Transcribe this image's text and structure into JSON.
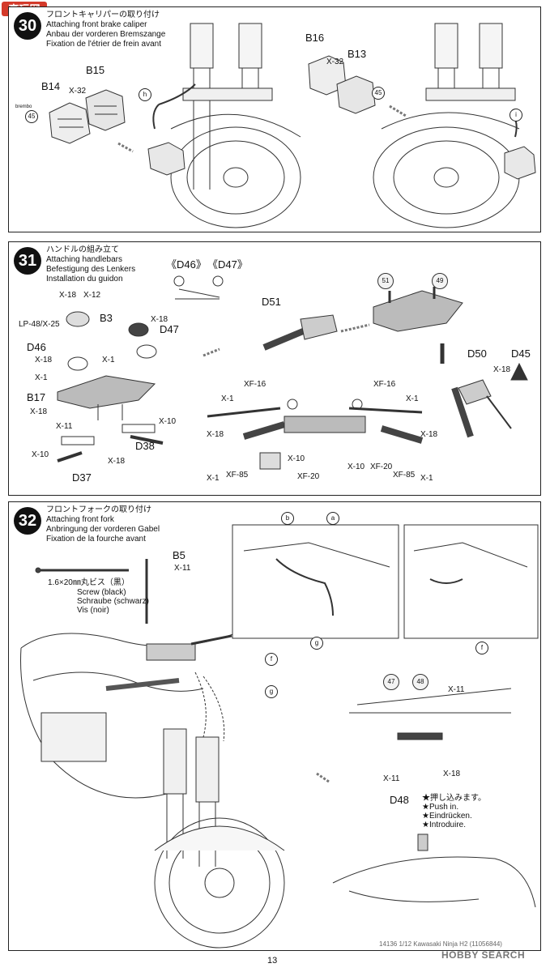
{
  "watermark": "高玩网",
  "step30": {
    "number": "30",
    "title_ja": "フロントキャリパーの取り付け",
    "title_en": "Attaching front brake caliper",
    "title_de": "Anbau der vorderen Bremszange",
    "title_fr": "Fixation de l'étrier de frein avant",
    "parts": {
      "b14": "B14",
      "b15": "B15",
      "x32a": "X-32",
      "b16": "B16",
      "b13": "B13",
      "x32b": "X-32"
    },
    "paint_a": "45",
    "paint_b": "45",
    "paint_label": "brembo",
    "pipe_h": "h",
    "pipe_i": "i"
  },
  "step31": {
    "number": "31",
    "title_ja": "ハンドルの組み立て",
    "title_en": "Attaching handlebars",
    "title_de": "Befestigung des Lenkers",
    "title_fr": "Installation du guidon",
    "d46": "《D46》",
    "d47t": "《D47》",
    "parts": {
      "x18a": "X-18",
      "x12": "X-12",
      "lp48": "LP-48/X-25",
      "b3": "B3",
      "x18b": "X-18",
      "d47": "D47",
      "d46": "D46",
      "x18c": "X-18",
      "x1a": "X-1",
      "x1b": "X-1",
      "b17": "B17",
      "x18d": "X-18",
      "x11": "X-11",
      "x10a": "X-10",
      "x10b": "X-10",
      "x18e": "X-18",
      "d37": "D37",
      "d38": "D38",
      "d51": "D51",
      "paint51": "51",
      "paint49": "49",
      "d50": "D50",
      "d45": "D45",
      "x18f": "X-18",
      "xf16a": "XF-16",
      "xf16b": "XF-16",
      "x1c": "X-1",
      "x1d": "X-1",
      "x18g": "X-18",
      "x18h": "X-18",
      "x10c": "X-10",
      "x10d": "X-10",
      "x1e": "X-1",
      "xf85a": "XF-85",
      "xf20a": "XF-20",
      "xf20b": "XF-20",
      "xf85b": "XF-85",
      "x1f": "X-1"
    }
  },
  "step32": {
    "number": "32",
    "title_ja": "フロントフォークの取り付け",
    "title_en": "Attaching front fork",
    "title_de": "Anbringung der vorderen Gabel",
    "title_fr": "Fixation de la fourche avant",
    "screw_ja": "1.6×20㎜丸ビス（黒）",
    "screw_en": "Screw (black)",
    "screw_de": "Schraube (schwarz)",
    "screw_fr": "Vis (noir)",
    "b5": "B5",
    "x11a": "X-11",
    "pipe_a": "a",
    "pipe_b": "b",
    "pipe_g": "g",
    "pipe_f": "f",
    "pipe_f2": "f",
    "pipe_g2": "g",
    "paint47": "47",
    "paint48": "48",
    "x11b": "X-11",
    "x11c": "X-11",
    "x18": "X-18",
    "d48": "D48",
    "push_ja": "★押し込みます。",
    "push_en": "★Push in.",
    "push_de": "★Eindrücken.",
    "push_fr": "★Introduire."
  },
  "footer": {
    "page": "13",
    "code": "14136 1/12 Kawasaki Ninja H2 (11056844)",
    "brand": "HOBBY SEARCH"
  }
}
